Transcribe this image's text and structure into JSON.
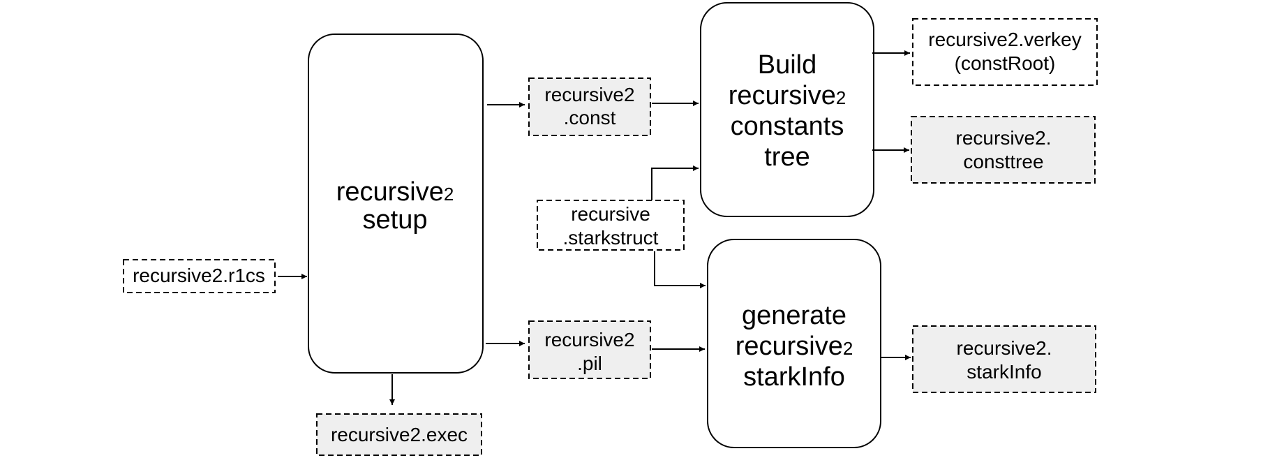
{
  "colors": {
    "stroke": "#000000",
    "file_fill_plain": "#ffffff",
    "file_fill_generated": "#efefef",
    "process_fill": "#ffffff"
  },
  "inputs": {
    "r1cs": "recursive2.r1cs",
    "starkstruct": {
      "line1": "recursive",
      "line2": ".starkstruct"
    }
  },
  "processes": {
    "setup": {
      "line1": "recursive",
      "line1_sub": "2",
      "line2": "setup"
    },
    "build_tree": {
      "line1": "Build",
      "line2": "recursive",
      "line2_sub": "2",
      "line3": "constants",
      "line4": "tree"
    },
    "gen_starkinfo": {
      "line1": "generate",
      "line2": "recursive",
      "line2_sub": "2",
      "line3": "starkInfo"
    }
  },
  "outputs": {
    "const": {
      "line1": "recursive2",
      "line2": ".const"
    },
    "pil": {
      "line1": "recursive2",
      "line2": ".pil"
    },
    "exec": "recursive2.exec",
    "verkey": {
      "line1": "recursive2.verkey",
      "line2": "(constRoot)"
    },
    "consttree": {
      "line1": "recursive2.",
      "line2": "consttree"
    },
    "starkinfo": {
      "line1": "recursive2.",
      "line2": "starkInfo"
    }
  }
}
